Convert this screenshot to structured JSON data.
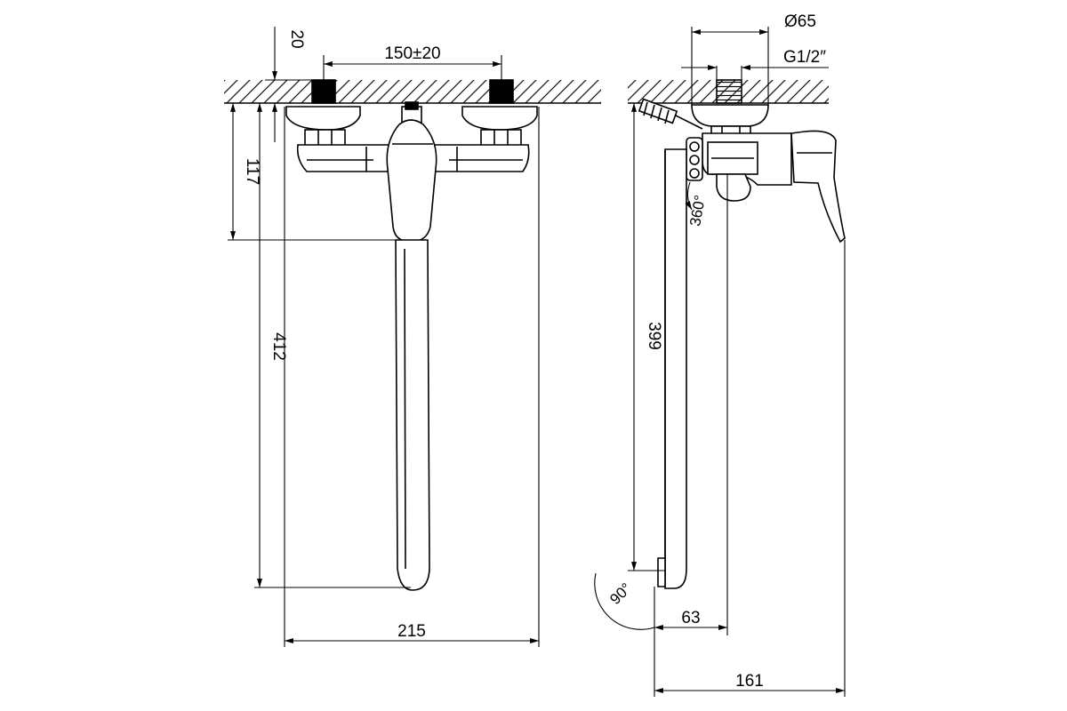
{
  "front_view": {
    "wall_offset": "20",
    "center_distance": "150±20",
    "body_height": "117",
    "spout_height": "412",
    "overall_width": "215"
  },
  "side_view": {
    "flange_diameter": "Ø65",
    "thread": "G1/2″",
    "spout_height": "399",
    "rotation": "360°",
    "spout_angle": "90°",
    "spout_reach": "63",
    "overall_depth": "161"
  },
  "colors": {
    "line": "#000000",
    "background": "#ffffff"
  }
}
